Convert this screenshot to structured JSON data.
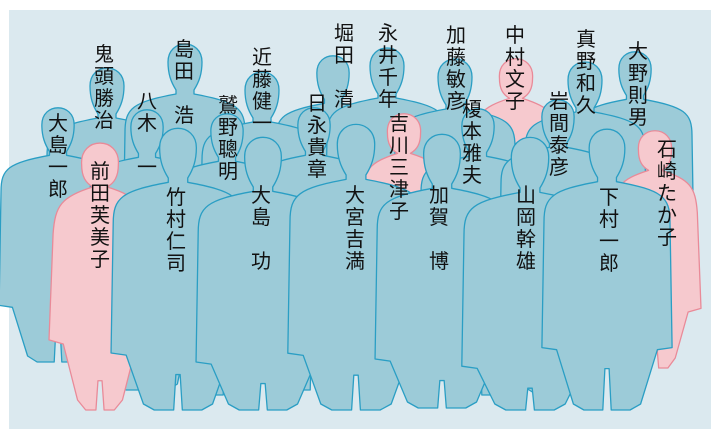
{
  "colors": {
    "frame": "#dbe9ef",
    "male_fill": "#9ccbd8",
    "male_stroke": "#2a9ec4",
    "female_fill": "#f6c9ce",
    "female_stroke": "#e98a98"
  },
  "people": [
    {
      "id": "p01",
      "name": "大島一郎",
      "gender": "male"
    },
    {
      "id": "p02",
      "name": "鬼頭勝治",
      "gender": "male"
    },
    {
      "id": "p03",
      "name": "八木　一",
      "gender": "male"
    },
    {
      "id": "p04",
      "name": "島田　浩",
      "gender": "male"
    },
    {
      "id": "p05",
      "name": "近藤健一",
      "gender": "male"
    },
    {
      "id": "p06",
      "name": "鷲野聰明",
      "gender": "male"
    },
    {
      "id": "p07",
      "name": "堀田　清",
      "gender": "male"
    },
    {
      "id": "p08",
      "name": "日永貴章",
      "gender": "male"
    },
    {
      "id": "p09",
      "name": "永井千年",
      "gender": "male"
    },
    {
      "id": "p10",
      "name": "吉川三津子",
      "gender": "female"
    },
    {
      "id": "p11",
      "name": "加藤敏彦",
      "gender": "male"
    },
    {
      "id": "p12",
      "name": "榎本雅夫",
      "gender": "male"
    },
    {
      "id": "p13",
      "name": "中村文子",
      "gender": "female"
    },
    {
      "id": "p14",
      "name": "真野和久",
      "gender": "male"
    },
    {
      "id": "p15",
      "name": "岩間泰彦",
      "gender": "male"
    },
    {
      "id": "p16",
      "name": "大野則男",
      "gender": "male"
    },
    {
      "id": "p17",
      "name": "石崎たか子",
      "gender": "female"
    },
    {
      "id": "p18",
      "name": "前田芙美子",
      "gender": "female"
    },
    {
      "id": "p19",
      "name": "竹村仁司",
      "gender": "male"
    },
    {
      "id": "p20",
      "name": "大島　功",
      "gender": "male"
    },
    {
      "id": "p21",
      "name": "大宮吉満",
      "gender": "male"
    },
    {
      "id": "p22",
      "name": "加賀　博",
      "gender": "male"
    },
    {
      "id": "p23",
      "name": "山岡幹雄",
      "gender": "male"
    },
    {
      "id": "p24",
      "name": "下村一郎",
      "gender": "male"
    }
  ]
}
